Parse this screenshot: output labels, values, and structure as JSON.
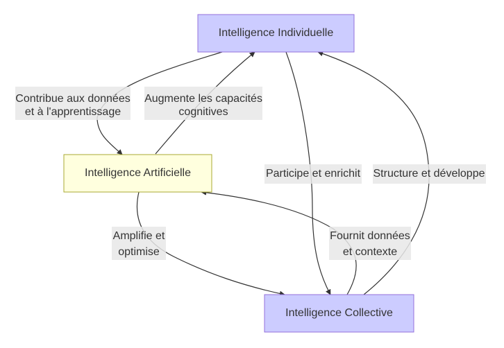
{
  "diagram": {
    "type": "flowchart",
    "colors": {
      "node_primary_fill": "#ccccff",
      "node_primary_stroke": "#9370db",
      "node_secondary_fill": "#ffffde",
      "node_secondary_stroke": "#aaaa33",
      "edge": "#333333",
      "label_background": "#e8e8e8",
      "text": "#333333"
    },
    "nodes": {
      "individuelle": {
        "label": "Intelligence Individuelle"
      },
      "artificielle": {
        "label": "Intelligence Artificielle"
      },
      "collective": {
        "label": "Intelligence Collective"
      }
    },
    "edges": [
      {
        "from": "individuelle",
        "to": "artificielle",
        "label": [
          "Contribue aux données",
          "et à l'apprentissage"
        ]
      },
      {
        "from": "artificielle",
        "to": "individuelle",
        "label": [
          "Augmente les capacités",
          "cognitives"
        ]
      },
      {
        "from": "individuelle",
        "to": "collective",
        "label": [
          "Participe et enrichit"
        ]
      },
      {
        "from": "collective",
        "to": "individuelle",
        "label": [
          "Structure et développe"
        ]
      },
      {
        "from": "artificielle",
        "to": "collective",
        "label": [
          "Amplifie et",
          "optimise"
        ]
      },
      {
        "from": "collective",
        "to": "artificielle",
        "label": [
          "Fournit données",
          "et contexte"
        ]
      }
    ]
  }
}
